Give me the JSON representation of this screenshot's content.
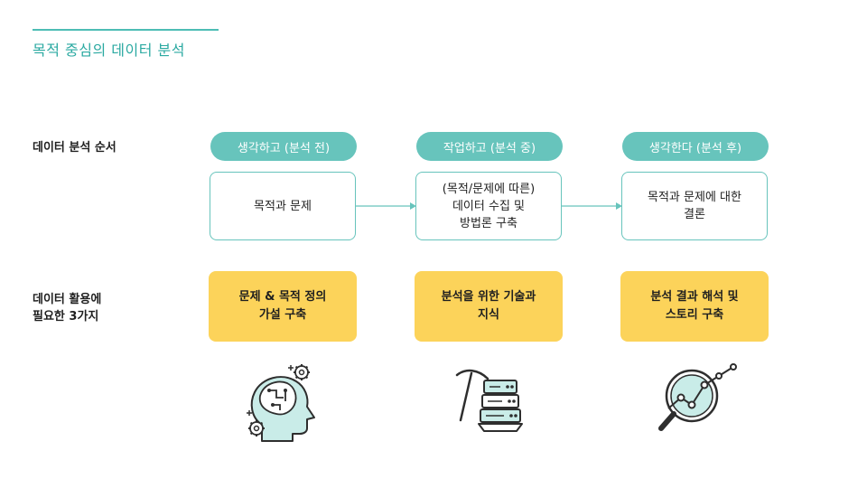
{
  "title": "목적 중심의 데이터 분석",
  "rows": {
    "sequence_label": "데이터 분석 순서",
    "skills_label": "데이터 활용에\n필요한 3가지"
  },
  "stages": [
    {
      "pill": "생각하고 (분석 전)",
      "box": "목적과 문제",
      "skill": "문제 & 목적 정의\n가설 구축"
    },
    {
      "pill": "작업하고 (분석 중)",
      "box": "(목적/문제에 따른)\n데이터 수집 및\n방법론 구축",
      "skill": "분석을 위한 기술과\n지식"
    },
    {
      "pill": "생각한다 (분석 후)",
      "box": "목적과 문제에 대한\n결론",
      "skill": "분석 결과 해석 및\n스토리 구축"
    }
  ],
  "colors": {
    "accent": "#4dbdb5",
    "pill": "#67c4bc",
    "highlight": "#fcd35a"
  },
  "icons": [
    "head-gears-icon",
    "pickaxe-server-icon",
    "magnifier-chart-icon"
  ]
}
